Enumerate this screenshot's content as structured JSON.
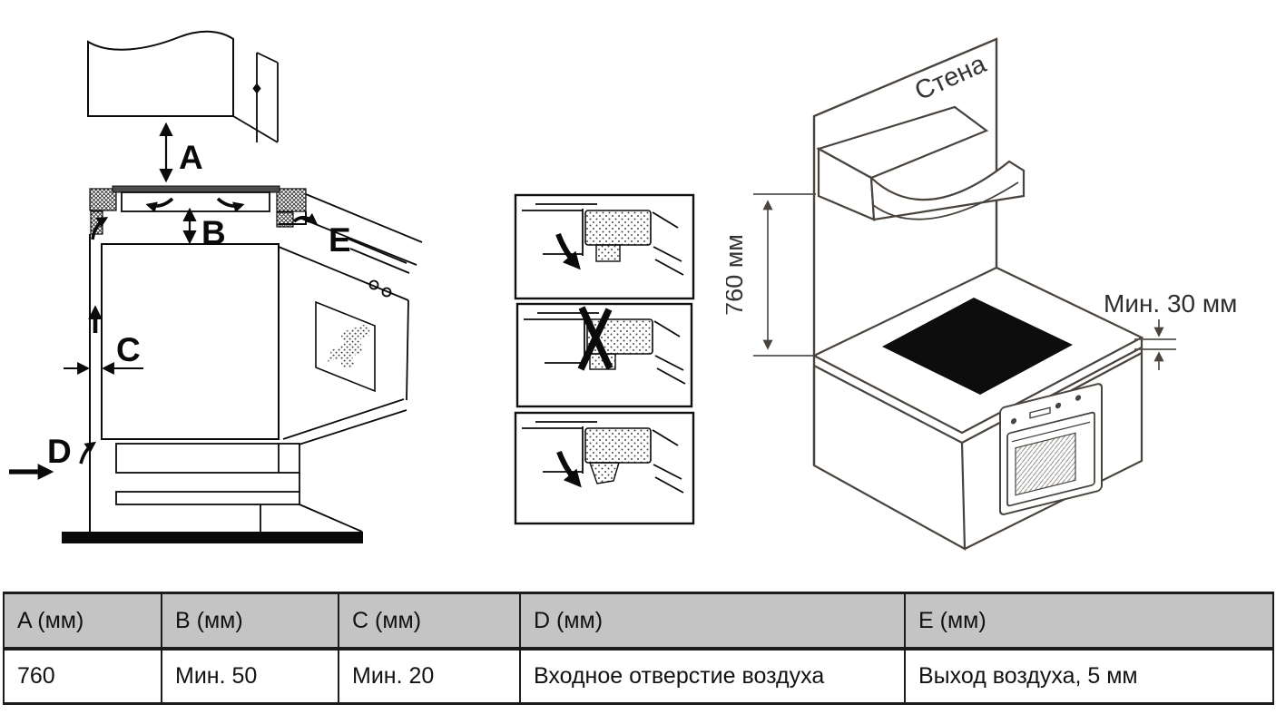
{
  "diagrams": {
    "side_view": {
      "label_a": "A",
      "label_b": "B",
      "label_c": "C",
      "label_d": "D",
      "label_e": "E"
    },
    "isometric": {
      "wall_label": "Стена",
      "height_dim": "760 мм",
      "clearance_dim": "Мин. 30 мм"
    }
  },
  "table": {
    "headers": [
      "A (мм)",
      "B (мм)",
      "C (мм)",
      "D (мм)",
      "E (мм)"
    ],
    "row": [
      "760",
      "Мин. 50",
      "Мин. 20",
      "Входное отверстие воздуха",
      "Выход воздуха, 5 мм"
    ]
  }
}
